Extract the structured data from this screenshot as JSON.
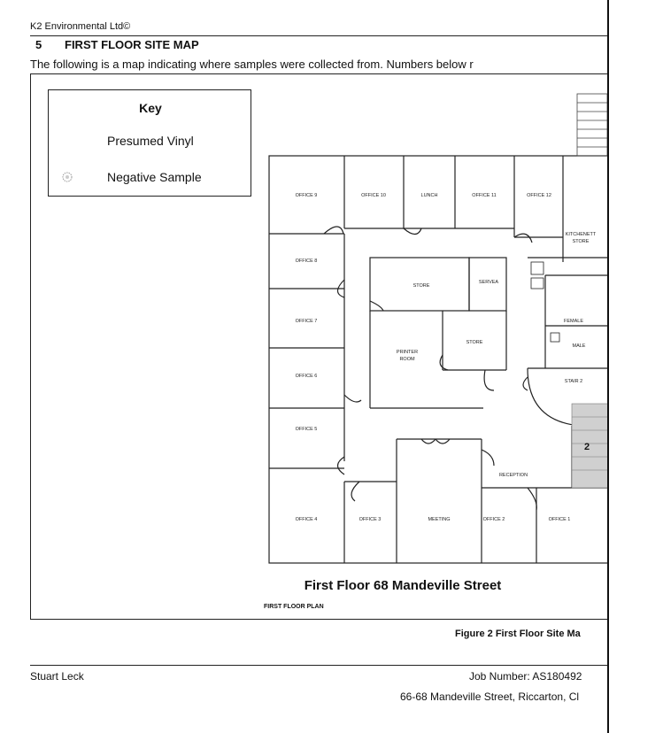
{
  "header": {
    "company": "K2 Environmental Ltd©",
    "section_number": "5",
    "section_title": "FIRST FLOOR SITE MAP",
    "intro": "The following is a map indicating where samples were collected from. Numbers below r"
  },
  "key": {
    "title": "Key",
    "items": [
      "Presumed Vinyl",
      "Negative Sample"
    ]
  },
  "floor_plan": {
    "rooms": {
      "office9": "OFFICE 9",
      "office10": "OFFICE 10",
      "lunch": "LUNCH",
      "office11": "OFFICE 11",
      "office12": "OFFICE 12",
      "kitchenette": "KITCHENETT",
      "store_small": "STORE",
      "office8": "OFFICE 8",
      "store_main": "STORE",
      "servea": "SERVEA",
      "office7": "OFFICE 7",
      "female": "FEMALE",
      "printer": "PRINTER",
      "printer2": "ROOM",
      "store2": "STORE",
      "male": "MALE",
      "office6": "OFFICE 6",
      "stair": "STAIR 2",
      "office5": "OFFICE 5",
      "reception": "RECEPTION",
      "office4": "OFFICE 4",
      "office3": "OFFICE 3",
      "meeting": "MEETING",
      "office2": "OFFICE 2",
      "office1": "OFFICE 1"
    },
    "sample_number": "2",
    "title": "First Floor 68 Mandeville Street",
    "plan_label": "FIRST FLOOR PLAN"
  },
  "figure_caption": "Figure 2 First Floor Site Ma",
  "footer": {
    "author": "Stuart Leck",
    "job_number": "Job Number: AS180492",
    "address": "66-68 Mandeville Street, Riccarton, Cl"
  }
}
